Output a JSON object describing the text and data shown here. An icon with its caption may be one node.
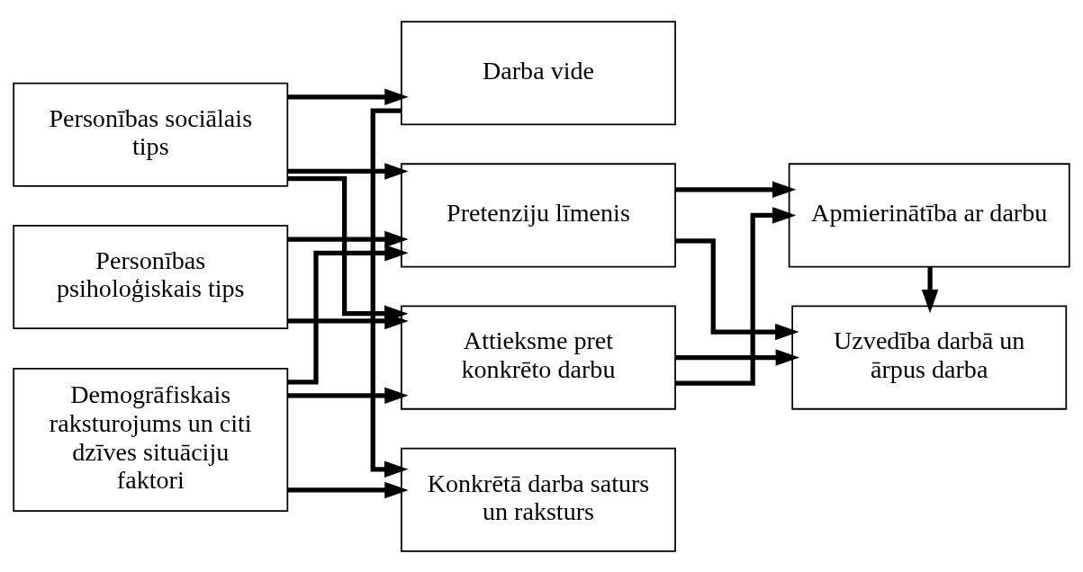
{
  "diagram": {
    "nodes": [
      {
        "text": [
          "Personības sociālais tips"
        ]
      },
      {
        "text": [
          "Personības psiholoģiskais tips"
        ]
      },
      {
        "text": [
          "Demogrāfiskais raksturojums un citi dzīves situāciju faktori"
        ]
      },
      {
        "text": [
          "Darba vide"
        ]
      },
      {
        "text": [
          "Attieksme pret konkrēto darbu"
        ]
      },
      {
        "text": [
          "Pretenziju līmenis"
        ]
      },
      {
        "text": [
          "Apmierinātība ar darbu"
        ]
      },
      {
        "text": [
          "Uzvedība darbā un ārpus darba"
        ]
      },
      {
        "text": [
          "Konkrētā darba saturs un raksturs"
        ]
      }
    ],
    "edges": [
      {
        "from": 0,
        "to": 3,
        "arrow": "to"
      },
      {
        "from": 0,
        "to": 4,
        "arrow": "to"
      },
      {
        "from": 0,
        "to": 5,
        "arrow": "to"
      },
      {
        "from": 1,
        "to": 4,
        "arrow": "to"
      },
      {
        "from": 1,
        "to": 5,
        "arrow": "to"
      },
      {
        "from": 2,
        "to": 4,
        "arrow": "to"
      },
      {
        "from": 2,
        "to": 5,
        "arrow": "to"
      },
      {
        "from": 4,
        "to": 6,
        "arrow": "to"
      },
      {
        "from": 4,
        "to": 7,
        "arrow": "to"
      },
      {
        "from": 5,
        "to": 6,
        "arrow": "to"
      },
      {
        "from": 5,
        "to": 7,
        "arrow": "to"
      },
      {
        "from": 6,
        "to": 7,
        "arrow": "to"
      },
      {
        "from": 3,
        "to": 8,
        "arrow": "to"
      },
      {
        "from": 2,
        "to": 8,
        "arrow": "to"
      }
    ]
  }
}
